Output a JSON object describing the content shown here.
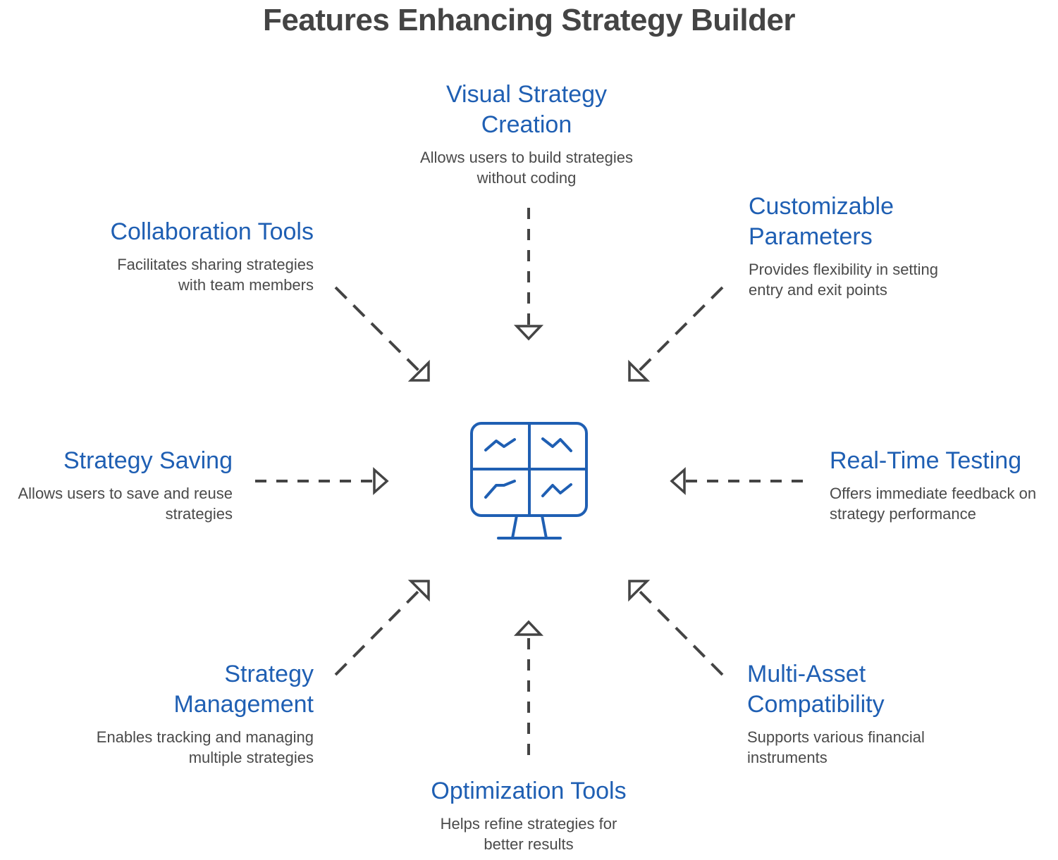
{
  "title": "Features Enhancing Strategy Builder",
  "colors": {
    "accent": "#1f5fb3",
    "arrow": "#444444",
    "title": "#444444",
    "text": "#4a4a4a"
  },
  "center_icon": "monitor-dashboard-icon",
  "features": {
    "visual": {
      "title_lines": [
        "Visual Strategy",
        "Creation"
      ],
      "desc_lines": [
        "Allows users to build strategies",
        "without coding"
      ]
    },
    "custom": {
      "title_lines": [
        "Customizable",
        "Parameters"
      ],
      "desc_lines": [
        "Provides flexibility in setting",
        "entry and exit points"
      ]
    },
    "collab": {
      "title_lines": [
        "Collaboration Tools"
      ],
      "desc_lines": [
        "Facilitates sharing strategies",
        "with team members"
      ]
    },
    "saving": {
      "title_lines": [
        "Strategy Saving"
      ],
      "desc_lines": [
        "Allows users to save and reuse",
        "strategies"
      ]
    },
    "realtime": {
      "title_lines": [
        "Real-Time Testing"
      ],
      "desc_lines": [
        "Offers immediate feedback on",
        "strategy performance"
      ]
    },
    "management": {
      "title_lines": [
        "Strategy",
        "Management"
      ],
      "desc_lines": [
        "Enables tracking and managing",
        "multiple strategies"
      ]
    },
    "multiasset": {
      "title_lines": [
        "Multi-Asset",
        "Compatibility"
      ],
      "desc_lines": [
        "Supports various financial",
        "instruments"
      ]
    },
    "optimization": {
      "title_lines": [
        "Optimization Tools"
      ],
      "desc_lines": [
        "Helps refine strategies for",
        "better results"
      ]
    }
  }
}
